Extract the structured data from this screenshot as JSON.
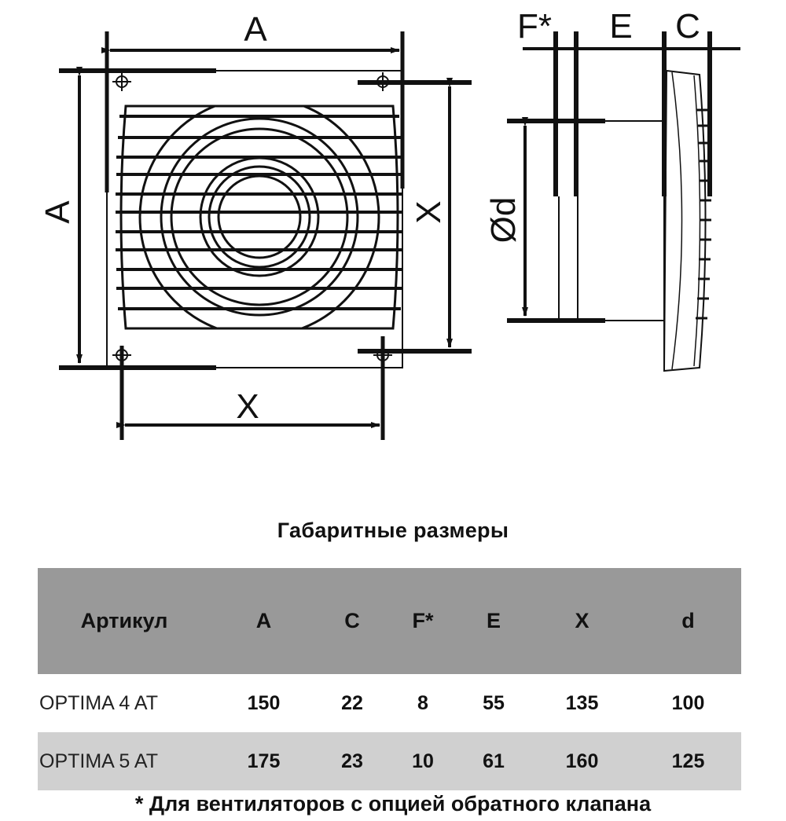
{
  "drawing": {
    "front_view": {
      "labels": {
        "top_width": "A",
        "left_height": "A",
        "right_spacing": "X",
        "bottom_spacing": "X"
      }
    },
    "side_view": {
      "labels": {
        "f": "F*",
        "e": "E",
        "c": "C",
        "diameter": "Ød"
      }
    }
  },
  "table": {
    "title": "Габаритные размеры",
    "columns": [
      "Артикул",
      "A",
      "C",
      "F*",
      "E",
      "X",
      "d"
    ],
    "rows": [
      {
        "model": "OPTIMA 4 AT",
        "A": "150",
        "C": "22",
        "F": "8",
        "E": "55",
        "X": "135",
        "d": "100"
      },
      {
        "model": "OPTIMA 5 AT",
        "A": "175",
        "C": "23",
        "F": "10",
        "E": "61",
        "X": "160",
        "d": "125"
      }
    ],
    "colors": {
      "header_bg": "#999999",
      "row_even_bg": "#d0d0d0",
      "row_odd_bg": "#ffffff"
    }
  },
  "footnote": "* Для вентиляторов с опцией обратного клапана"
}
